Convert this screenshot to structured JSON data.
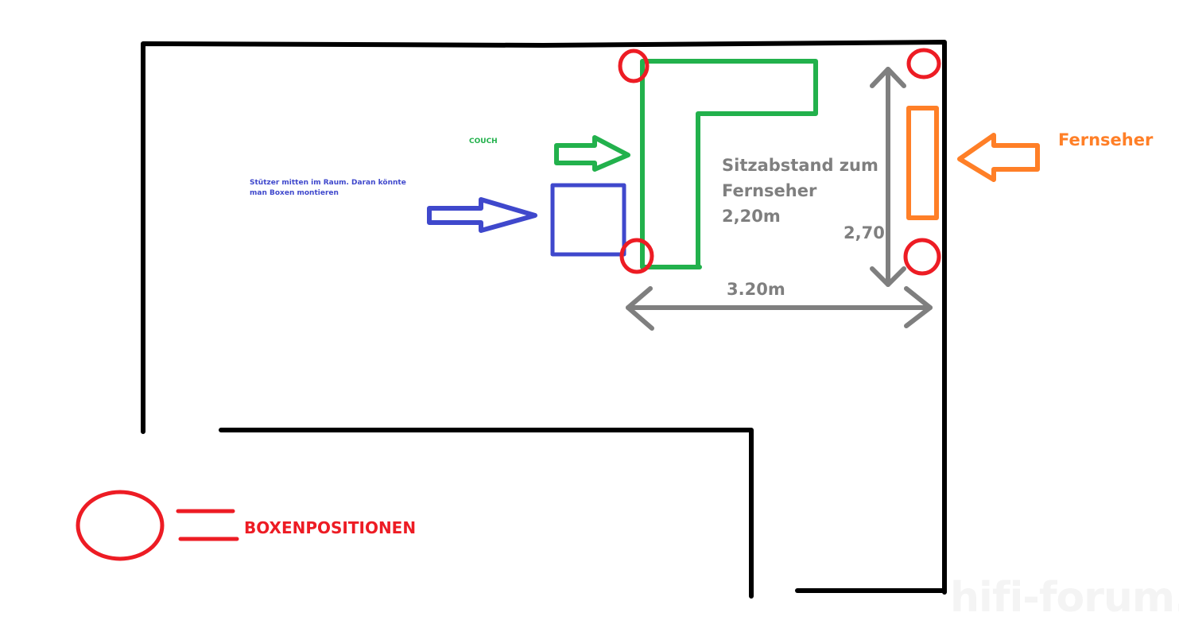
{
  "labels": {
    "couch": "COUCH",
    "pillar_note": "Stützer mitten im Raum. Daran könnte man Boxen montieren",
    "seating_distance": "Sitzabstand zum Fernseher 2,20m",
    "depth": "2,70",
    "width": "3.20m",
    "tv": "Fernseher",
    "legend": "BOXENPOSITIONEN"
  },
  "watermark": "hifi-forum.de",
  "colors": {
    "wall": "#000000",
    "couch": "#22b14c",
    "speaker": "#ed1c24",
    "pillar": "#3f48cc",
    "tv": "#ff7f27",
    "dimension": "#7f7f7f"
  }
}
